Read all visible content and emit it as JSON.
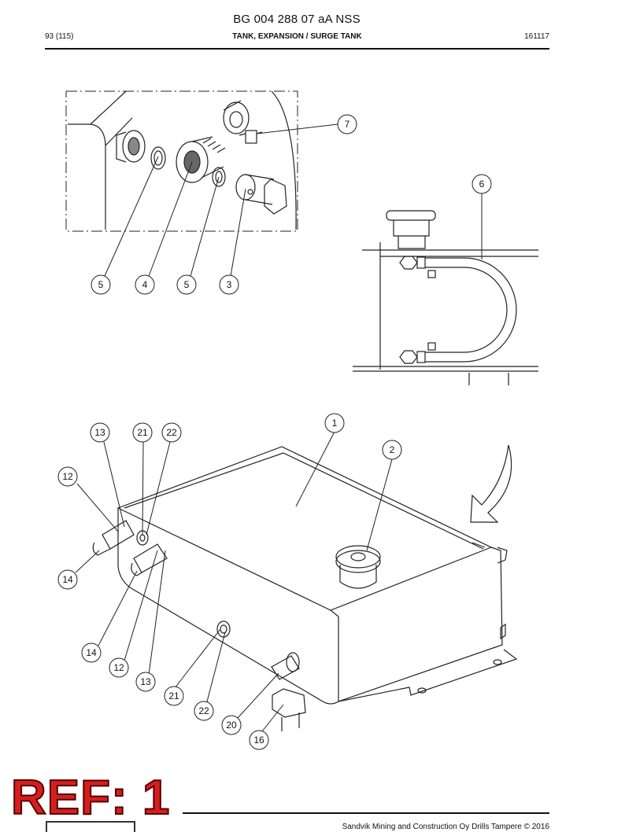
{
  "header": {
    "doc_number": "BG 004 288 07 aA NSS",
    "page": "93 (115)",
    "title": "TANK, EXPANSION / SURGE TANK",
    "date_code": "161117"
  },
  "callouts": {
    "detail_top_left": [
      "7",
      "5",
      "4",
      "5",
      "3"
    ],
    "detail_top_right": [
      "6"
    ],
    "main_view": [
      "1",
      "2",
      "13",
      "21",
      "22",
      "12",
      "14",
      "14",
      "12",
      "13",
      "21",
      "22",
      "20",
      "16"
    ]
  },
  "stamp": {
    "text": "REF: 1"
  },
  "footer": {
    "copyright": "Sandvik Mining and Construction Oy Drills Tampere © 2016"
  }
}
